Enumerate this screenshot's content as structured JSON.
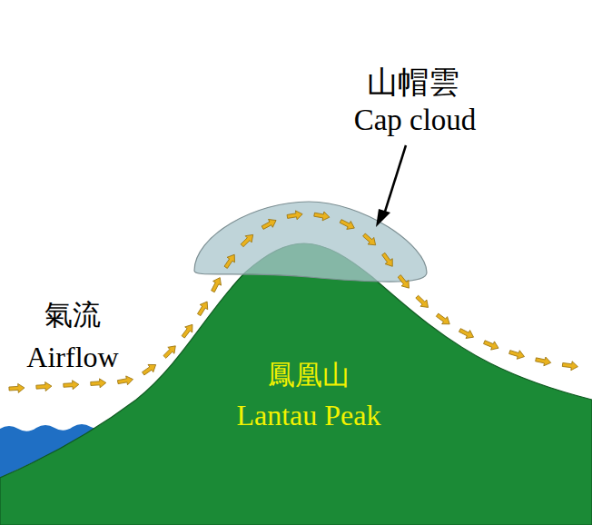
{
  "diagram": {
    "labels": [
      "山帽雲",
      "Cap cloud",
      "氣流",
      "Airflow",
      "鳳凰山",
      "Lantau Peak"
    ]
  }
}
